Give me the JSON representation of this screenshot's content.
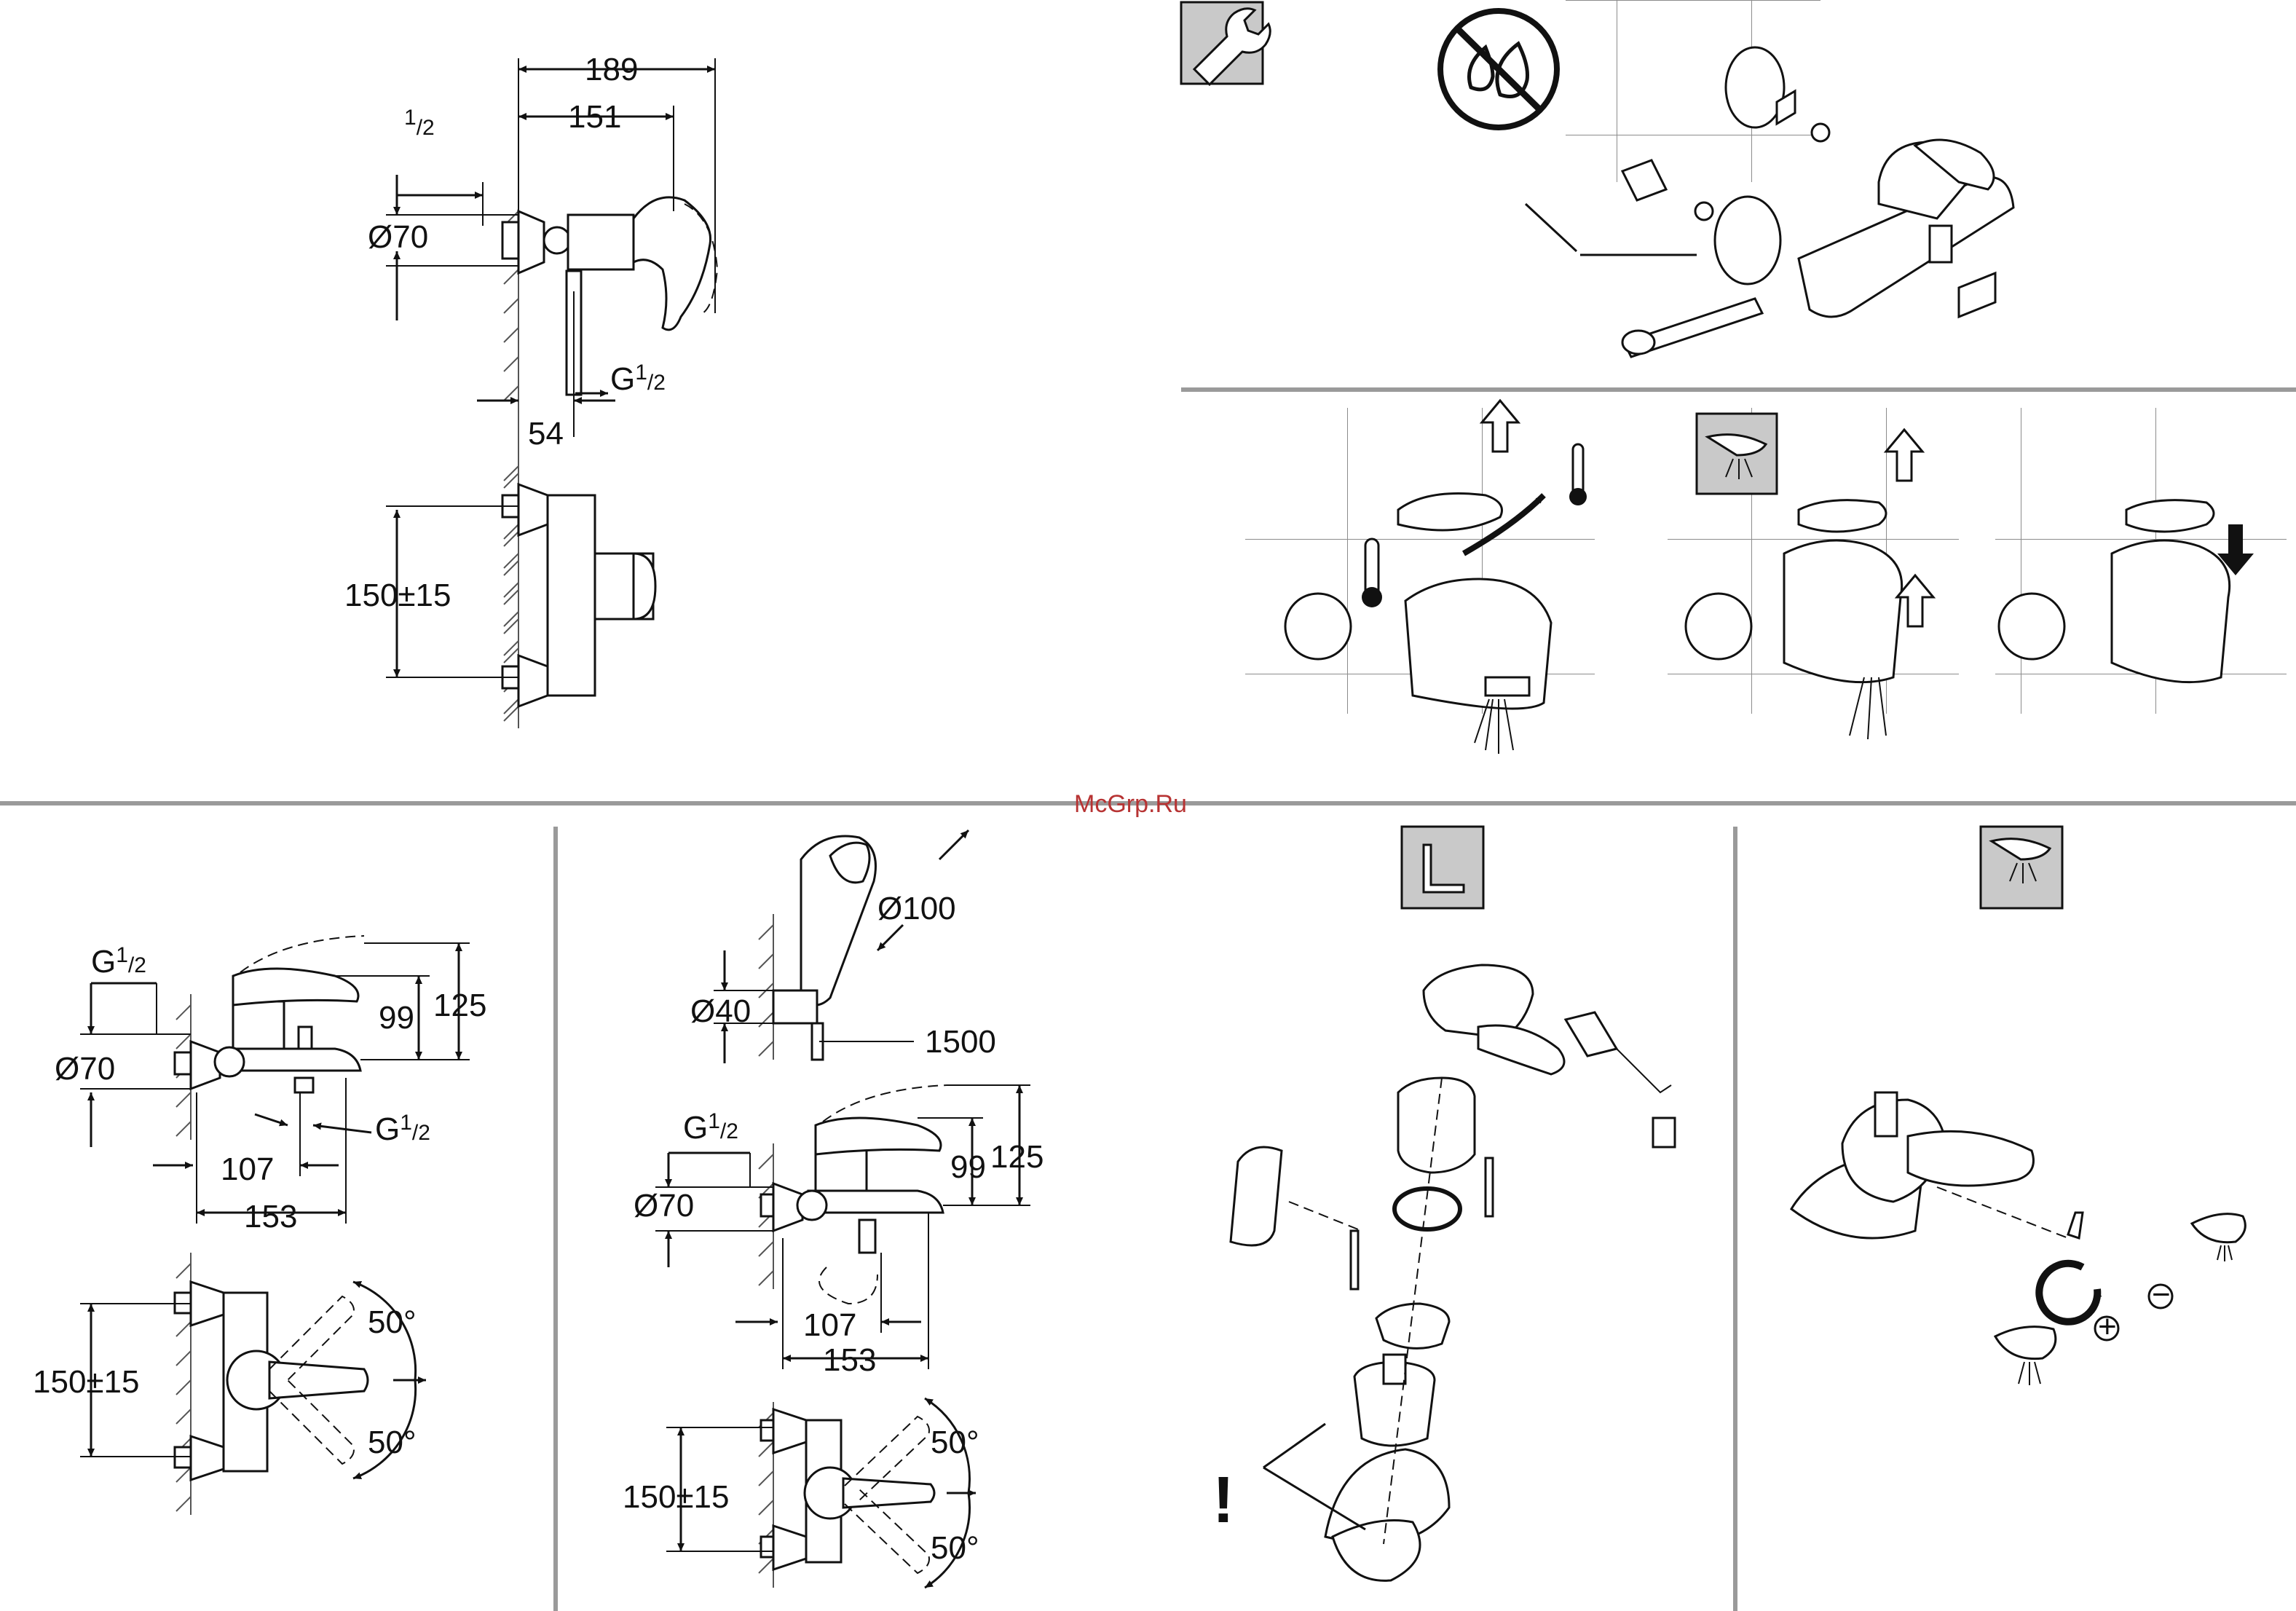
{
  "watermark": "McGrp.Ru",
  "shower_mixer": {
    "overall_width": "189",
    "lever_width": "151",
    "inlet_thread_top": "G",
    "inlet_thread_top_frac": "1/2",
    "escutcheon_dia": "Ø70",
    "outlet_thread": "G",
    "outlet_thread_frac": "1/2",
    "outlet_offset": "54",
    "centre_distance": "150±15"
  },
  "bath_mixer_a": {
    "inlet_thread": "G",
    "inlet_thread_frac": "1/2",
    "height_lever": "99",
    "height_total": "125",
    "escutcheon_dia": "Ø70",
    "outlet_thread": "G",
    "outlet_thread_frac": "1/2",
    "spout_offset": "107",
    "depth": "153",
    "centre_distance": "150±15",
    "angle_up": "50°",
    "angle_down": "50°"
  },
  "bath_mixer_b": {
    "handshower_dia": "Ø100",
    "holder_dia": "Ø40",
    "hose_length": "1500",
    "inlet_thread": "G",
    "inlet_thread_frac": "1/2",
    "height_lever": "99",
    "height_total": "125",
    "escutcheon_dia": "Ø70",
    "spout_offset": "107",
    "depth": "153",
    "centre_distance": "150±15",
    "angle_up": "50°",
    "angle_down": "50°"
  },
  "temperature_limit": {
    "plus": "+",
    "minus": "−"
  },
  "cartridge_warning": "!",
  "icons": [
    "wrench-icon",
    "no-hot-water-icon",
    "thermometer-icon",
    "spray-icon",
    "hex-key-icon",
    "temperature-stop-icon"
  ]
}
